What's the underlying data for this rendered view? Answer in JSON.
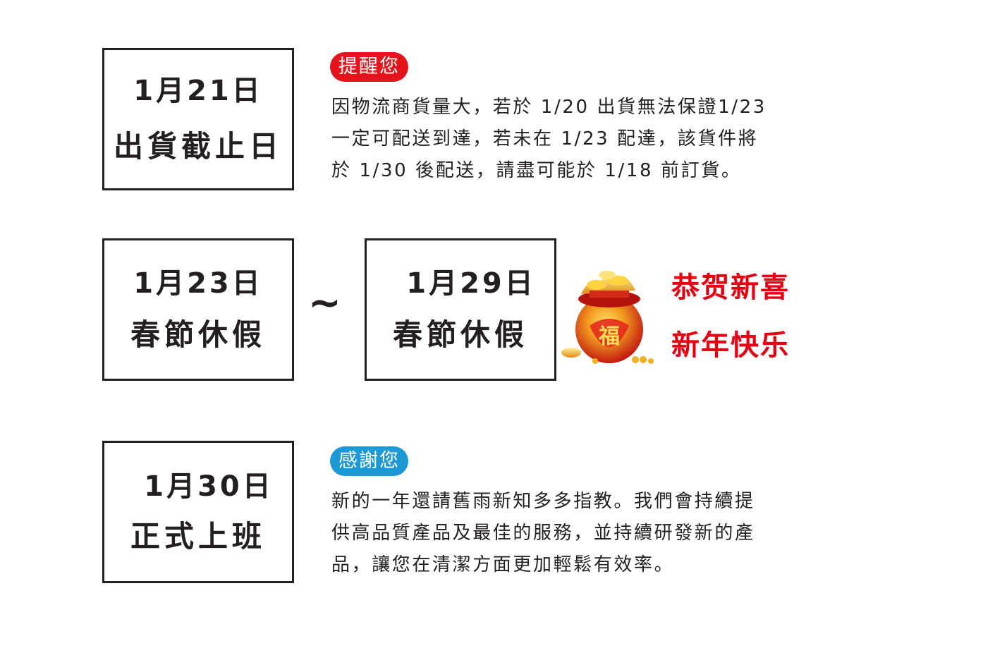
{
  "schedule": [
    {
      "date": "1月21日",
      "label": "出貨截止日"
    },
    {
      "date": "1月23日",
      "label": "春節休假"
    },
    {
      "date": "1月29日",
      "label": "春節休假"
    },
    {
      "date": "1月30日",
      "label": "正式上班"
    }
  ],
  "range_separator": "~",
  "notice": {
    "badge": "提醒您",
    "lines": [
      "因物流商貨量大，若於 1/20 出貨無法保證1/23",
      "一定可配送到達，若未在 1/23 配達，該貨件將",
      "於 1/30 後配送，請盡可能於 1/18 前訂貨。"
    ],
    "badge_color": "#e4131c"
  },
  "thanks": {
    "badge": "感謝您",
    "lines": [
      "新的一年還請舊雨新知多多指教。我們會持續提",
      "供高品質產品及最佳的服務，並持續研發新的產",
      "品，讓您在清潔方面更加輕鬆有效率。"
    ],
    "badge_color": "#1d9ad6"
  },
  "greeting": {
    "line1": "恭贺新喜",
    "line2": "新年快乐",
    "color": "#e60012"
  },
  "illustration": {
    "icon": "fortune-pot-icon",
    "text": "福"
  }
}
